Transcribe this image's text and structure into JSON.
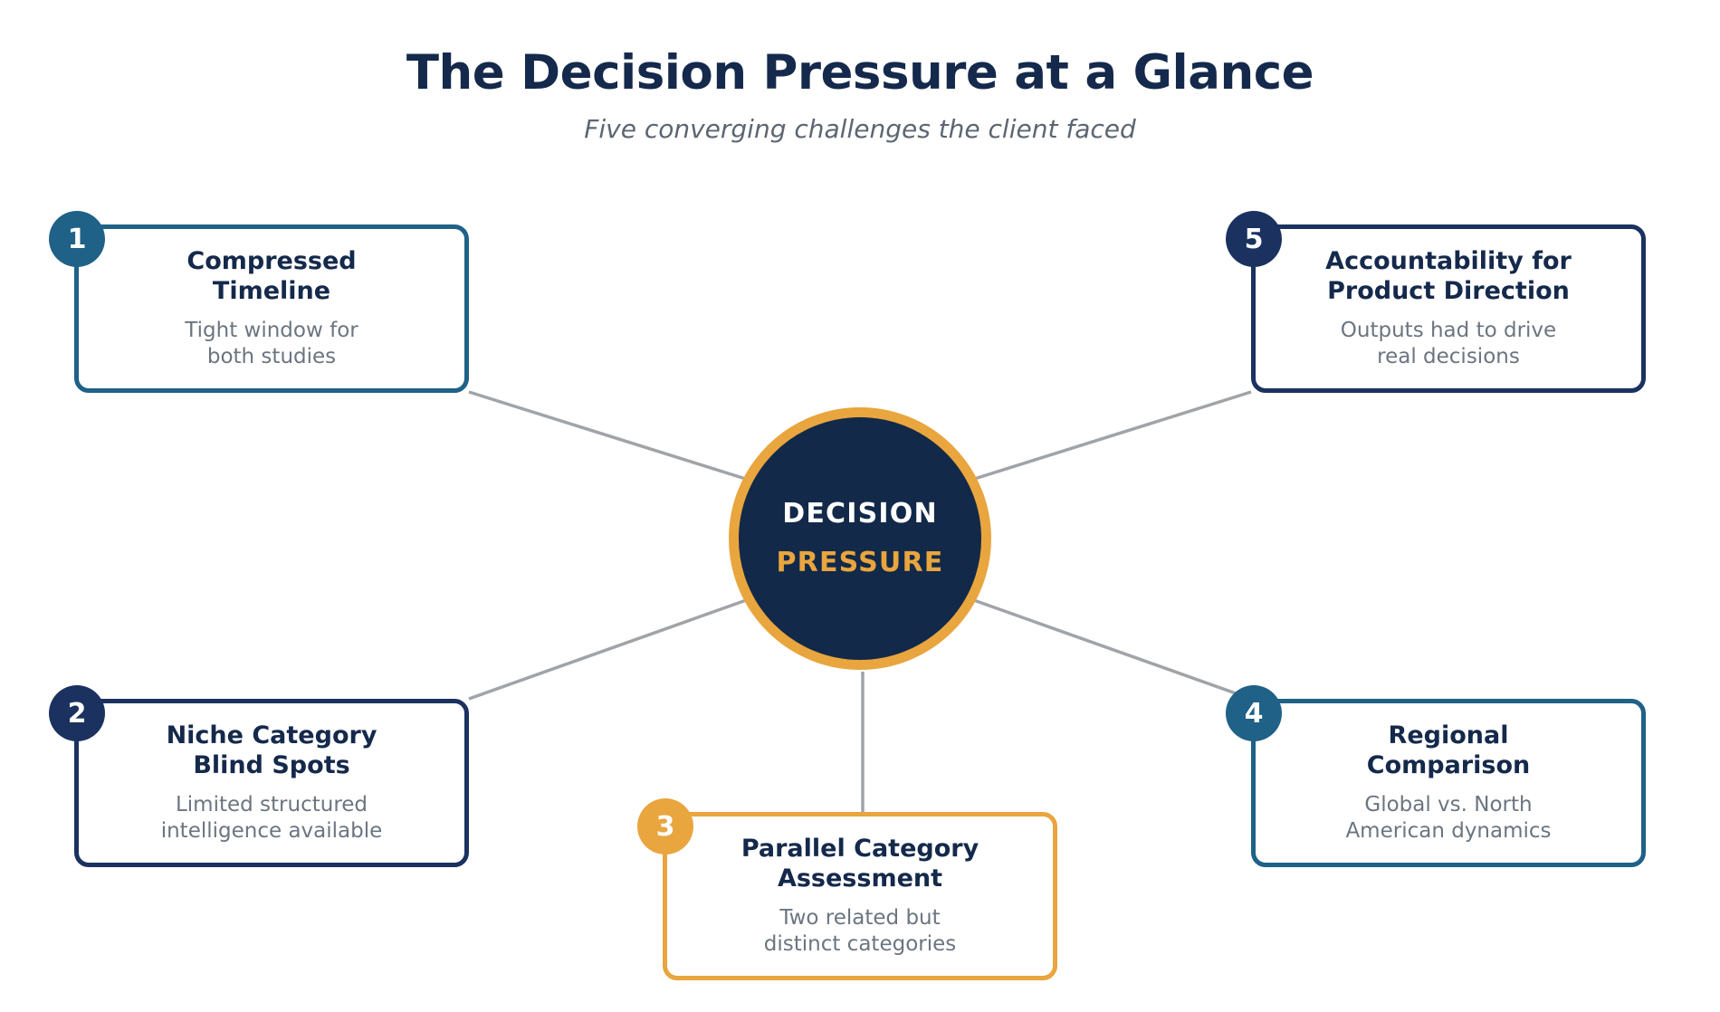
{
  "header": {
    "title": "The Decision Pressure at a Glance",
    "subtitle": "Five converging challenges the client faced"
  },
  "hub": {
    "line1": "DECISION",
    "line2": "PRESSURE",
    "fill_color": "#122949",
    "ring_color": "#e9a53e"
  },
  "colors": {
    "navy": "#14294b",
    "navy_dark": "#1b3260",
    "blue": "#1f6187",
    "amber": "#e9a53e",
    "gray_text": "#6b7580",
    "subtitle_gray": "#5c6672",
    "connector_gray": "#a0a4a8"
  },
  "cards": [
    {
      "number": "1",
      "title": "Compressed\nTimeline",
      "description": "Tight window for\nboth studies",
      "accent": "#1f6187"
    },
    {
      "number": "2",
      "title": "Niche Category\nBlind Spots",
      "description": "Limited structured\nintelligence available",
      "accent": "#1b3260"
    },
    {
      "number": "3",
      "title": "Parallel Category\nAssessment",
      "description": "Two related but\ndistinct categories",
      "accent": "#e9a53e"
    },
    {
      "number": "4",
      "title": "Regional\nComparison",
      "description": "Global vs. North\nAmerican dynamics",
      "accent": "#1f6187"
    },
    {
      "number": "5",
      "title": "Accountability for\nProduct Direction",
      "description": "Outputs had to drive\nreal decisions",
      "accent": "#1b3260"
    }
  ]
}
